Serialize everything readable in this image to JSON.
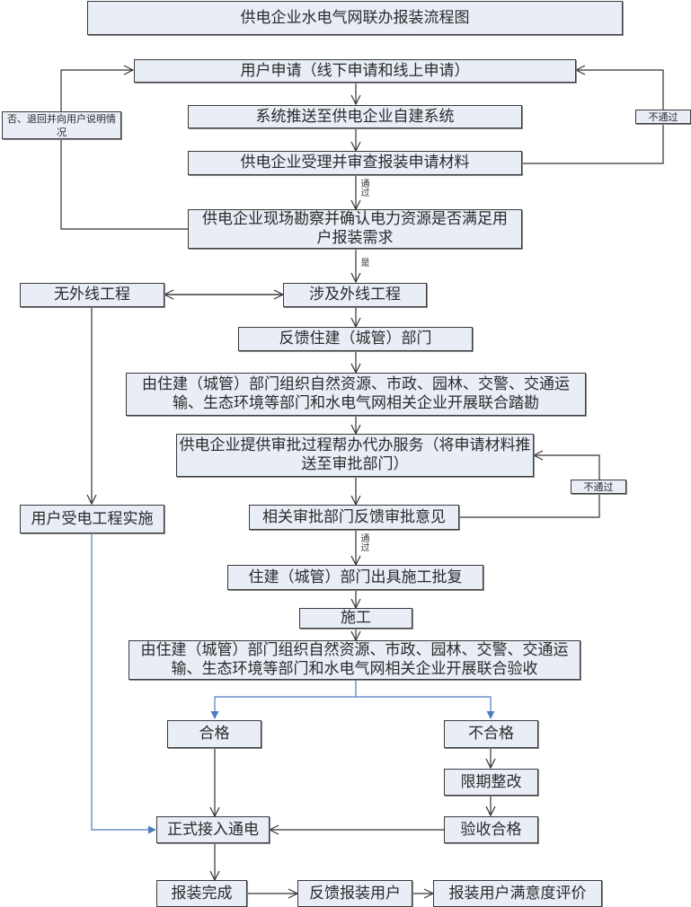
{
  "title": "供电企业水电气网联办报装流程图",
  "nodes": {
    "apply": "用户申请（线下申请和线上申请）",
    "push_system": "系统推送至供电企业自建系统",
    "review": "供电企业受理并审查报装申请材料",
    "survey": "供电企业现场勘察并确认电力资源是否满足用户报装需求",
    "reject_explain": "否、退回并向用户说明情况",
    "no_external": "无外线工程",
    "external": "涉及外线工程",
    "feedback_housing": "反馈住建（城管）部门",
    "joint_survey": "由住建（城管）部门组织自然资源、市政、园林、交警、交通运输、生态环境等部门和水电气网相关企业开展联合踏勘",
    "agent_service": "供电企业提供审批过程帮办代办服务（将申请材料推送至审批部门）",
    "approval_feedback": "相关审批部门反馈审批意见",
    "user_project": "用户受电工程实施",
    "construction_permit": "住建（城管）部门出具施工批复",
    "construction": "施工",
    "joint_acceptance": "由住建（城管）部门组织自然资源、市政、园林、交警、交通运输、生态环境等部门和水电气网相关企业开展联合验收",
    "qualified": "合格",
    "unqualified": "不合格",
    "rectify": "限期整改",
    "accept_ok": "验收合格",
    "power_on": "正式接入通电",
    "complete": "报装完成",
    "feedback_user": "反馈报装用户",
    "satisfaction": "报装用户满意度评价",
    "fail_1": "不通过",
    "fail_2": "不通过"
  },
  "edge_labels": {
    "pass_1": "通过",
    "yes": "是",
    "pass_2": "通过"
  },
  "colors": {
    "node_fill": "#e8edf6",
    "node_border": "#3a3a3a",
    "line": "#333333",
    "blue_line": "#4f7bbf"
  }
}
